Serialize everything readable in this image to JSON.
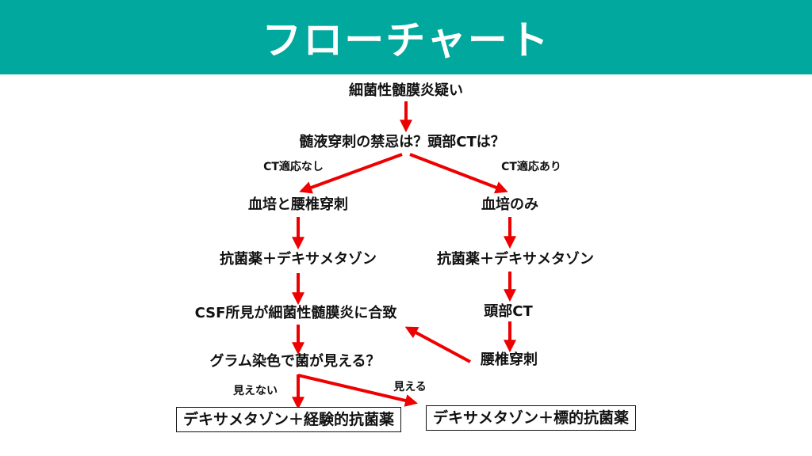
{
  "header": {
    "title": "フローチャート",
    "background_color": "#00a89d"
  },
  "flowchart": {
    "arrow_color": "#ee0000",
    "nodes": {
      "start": "細菌性髄膜炎疑い",
      "question_ct": "髄液穿刺の禁忌は？頭部CTは？",
      "left_blood_lp": "血培と腰椎穿刺",
      "left_abx_dex": "抗菌薬＋デキサメタゾン",
      "csf_consistent": "CSF所見が細菌性髄膜炎に合致",
      "gram_stain_question": "グラム染色で菌が見える？",
      "right_blood_only": "血培のみ",
      "right_abx_dex": "抗菌薬＋デキサメタゾン",
      "right_head_ct": "頭部CT",
      "right_lp": "腰椎穿刺",
      "result_empiric": "デキサメタゾン＋経験的抗菌薬",
      "result_targeted": "デキサメタゾン＋標的抗菌薬"
    },
    "edge_labels": {
      "ct_not_indicated": "CT適応なし",
      "ct_indicated": "CT適応あり",
      "not_visible": "見えない",
      "visible": "見える"
    }
  }
}
